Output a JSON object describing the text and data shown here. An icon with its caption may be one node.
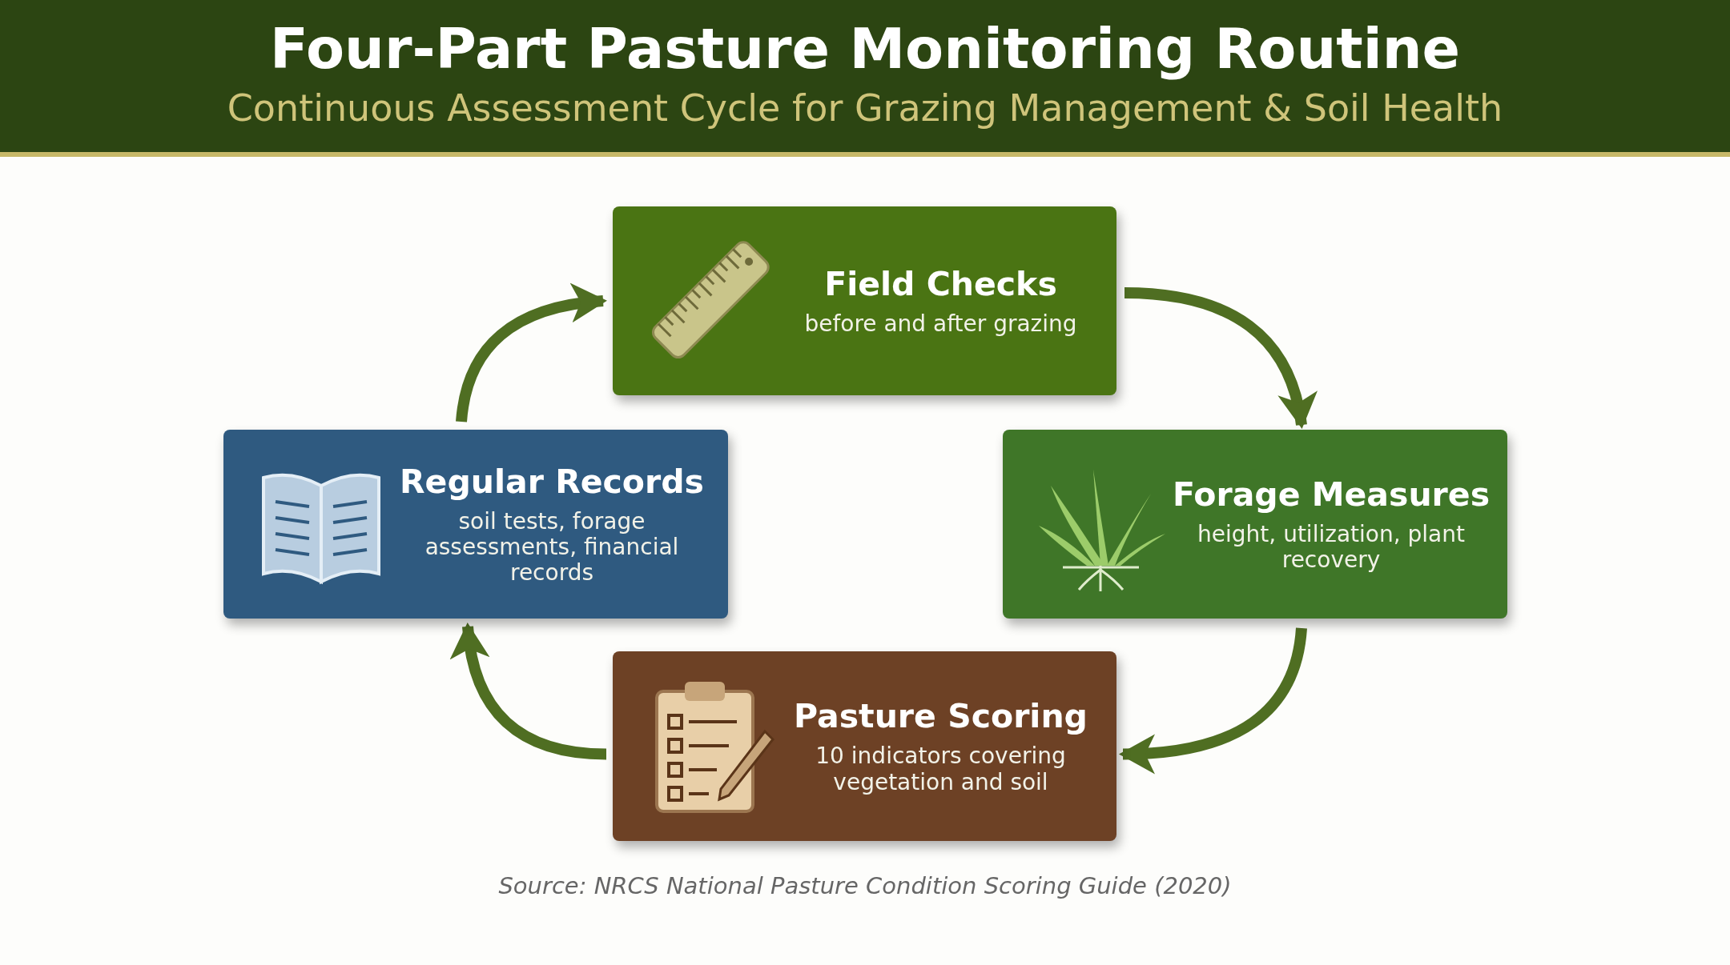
{
  "diagram": {
    "title": "Four-Part Pasture Monitoring Routine",
    "caption": "Continuous Assessment Cycle for Grazing Management & Soil Health",
    "nodes": [
      {
        "text": [
          "Field Checks",
          "before and after grazing"
        ]
      },
      {
        "text": [
          "Regular Records",
          "soil tests, forage assessments, financial records"
        ]
      },
      {
        "text": [
          "Forage Measures",
          "height, utilization, plant recovery"
        ]
      },
      {
        "text": [
          "Pasture Scoring",
          "10 indicators covering vegetation and soil"
        ]
      }
    ],
    "edges": [
      {
        "from": 0,
        "to": 2,
        "arrow": "to"
      },
      {
        "from": 2,
        "to": 3,
        "arrow": "to"
      },
      {
        "from": 3,
        "to": 1,
        "arrow": "to"
      },
      {
        "from": 1,
        "to": 0,
        "arrow": "to"
      }
    ],
    "labels": [
      "Source: NRCS National Pasture Condition Scoring Guide (2020)"
    ]
  }
}
